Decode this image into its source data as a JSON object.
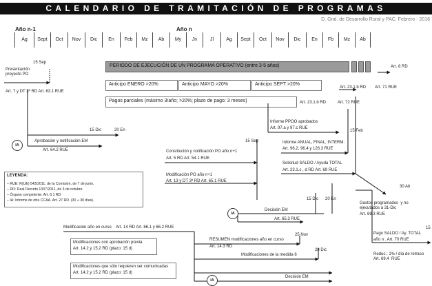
{
  "title": "CALENDARIO  DE  TRAMITACIÓN  DE  PROGRAMAS  OPERATIVOS  DE  OPFH",
  "subtitle": "D. Gral. de Desarrollo Rural y PAC.   Febrero - 2016",
  "year_prev": "Año  n-1",
  "year_curr": "Año  n",
  "months": [
    "Ag",
    "Sept",
    "Oct",
    "Nov",
    "Dic",
    "En",
    "Feb",
    "Mz",
    "Ab",
    "My",
    "Jn",
    "Jl",
    "Ag",
    "Sept",
    "Oct",
    "Nov",
    "Dic",
    "En",
    "Fb",
    "Mz",
    "Ab"
  ],
  "period_bar": "PERIODO DE EJECUCIÓN DE UN PROGRAMA  OPERATIVO     (entre 3-5 años)",
  "anticipos": [
    "Anticipo ENERO   >20%",
    "Anticipo MAYO    >20%",
    "Anticipo SEPT    >20%"
  ],
  "pagos": "Pagos parciales   (máximo 3/año;   >20%;  plazo de pago: 3 meses)",
  "presentacion": {
    "title": "Presentación\nproyecto PO",
    "date": "15 Sep",
    "ref": "Art. 7 y DT 3ª RD   Art. 63.1 RUE"
  },
  "art_8": "Art. 8  RD",
  "art_231b_1": "Art. 23.1.b  RD",
  "art_71": "Art. 71  RUE",
  "art_231b_2": "Art. 23.1.b  RD",
  "art_72": "Art. 72  RUE",
  "aprobacion": {
    "date1": "15 Dic",
    "date2": "20 En",
    "title": "Aprobación y notificación EM",
    "ref": "Art. 64.2  RUE"
  },
  "constitucion": {
    "date": "15 Sep",
    "title": "Constitución y notificación  PO  año  n+1",
    "ref": "Art. 5  RD    Art. 54.1 RUE"
  },
  "modificacion_n1": {
    "title": "Modificación  PO  año  n+1",
    "ref": "Art. 13 y DT 3ª RD    Art. 65.1 RUE"
  },
  "informe_ppoo": {
    "title": "Informe PPOO aprobados",
    "ref": "Art. 97.a  y 97.c  RUE"
  },
  "informe_final": {
    "date": "15 Feb",
    "title": "Informe ANUAL, FINAL, INTERM.",
    "ref": "Art. 96.2, 96.4  y 126.3 RUE"
  },
  "solicitud": {
    "title": "Solicitud SALDO / Ayuda TOTAL",
    "ref": "Art. 23.1.c , d  RD   Art. 69 RUE"
  },
  "gastos": {
    "date": "30 Ab",
    "title": "Gastos programados  y no\nejecutados a 31-Dic",
    "ref": "Art. 69.3  RUE"
  },
  "pago_saldo": {
    "date": "15",
    "title": "Pago SALDO / Ay. TOTAL",
    "ref": "año  n . Art. 70 RUE",
    "reduc": "Reduc.: 1% / día de retraso\nArt. 69.4  RUE"
  },
  "decision_em": {
    "date1": "15 Dic",
    "date2": "20 En",
    "title": "Decisión EM",
    "ref": "Art. 65.3  RUE"
  },
  "leyenda": {
    "title": "LEYENDA:",
    "lines": [
      "– RUE: R(UE) 543/2011, de la Comisión, de 7 de junio.",
      "– RD:    Real Decreto 1337/2011, de 3 de octubre.",
      "– Órgano competente:  Art. 6.1  RD",
      "– IA: Informe de otra CCAA. Art. 27 RD. (30 + 30 días)."
    ]
  },
  "mod_curso": {
    "title": "Modificación año en curso",
    "ref": "Art. 14  RD    Art. 66.1 y 66.2  RUE"
  },
  "mod_previa": {
    "title": "Modificaciones con aprobación previa",
    "ref": "Art. 14.2 y 15.2  RD  (plazo: 15 d)"
  },
  "mod_comunicadas": {
    "title": "Modificaciones que sólo requieren ser comunicadas",
    "ref": "Art. 14.2 y 15.2  RD  (plazo: 15 d)"
  },
  "resumen": {
    "date1": "25 Nov",
    "date2": "28 Dic",
    "title": "RESUMEN modificaciones  año en curso",
    "ref": "Art. 14.3  RD"
  },
  "mod_medida6": "Modificaciones de la medida 6",
  "decision_em2": "Decisión EM",
  "ia_label": "IA"
}
